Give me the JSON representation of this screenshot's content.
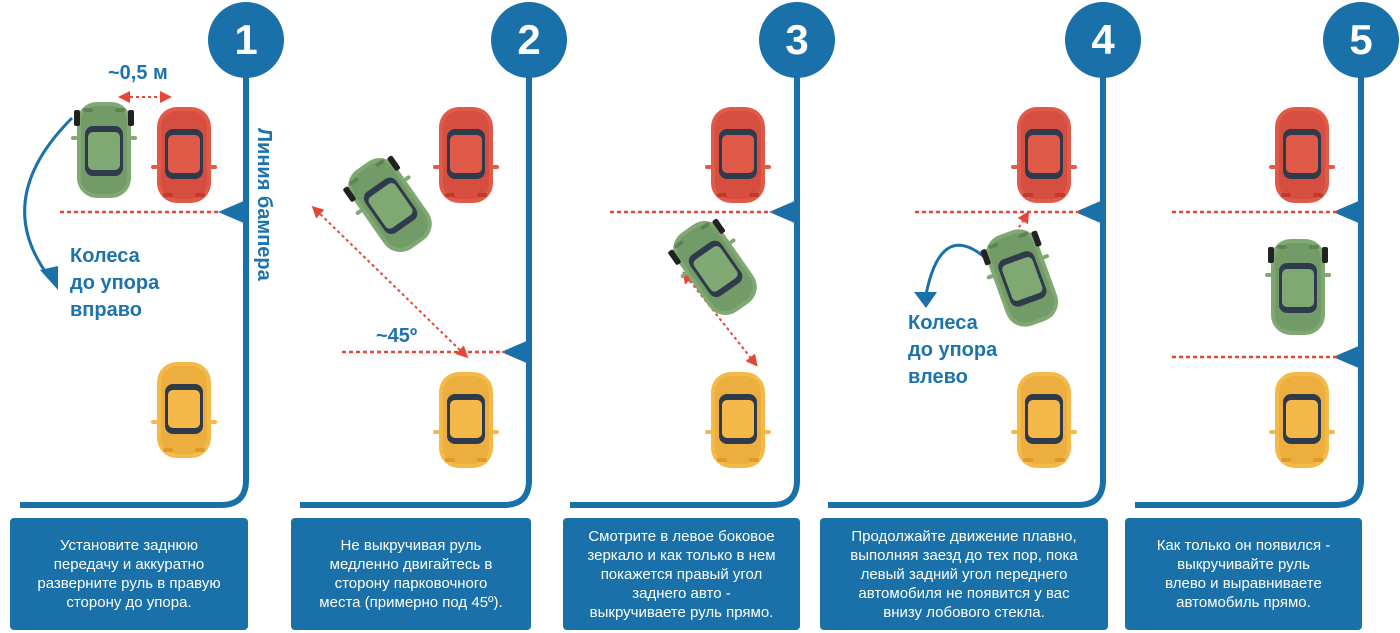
{
  "steps": [
    {
      "number": "1",
      "caption": "Установите заднюю\nпередачу и аккуратно\nразверните руль в правую\nсторону до упора."
    },
    {
      "number": "2",
      "caption": "Не выкручивая руль\nмедленно двигайтесь в\nсторону парковочного\nместа (примерно под 45º)."
    },
    {
      "number": "3",
      "caption": "Смотрите в левое боковое\nзеркало и как только в нем\nпокажется правый угол\nзаднего авто -\nвыкручиваете руль прямо."
    },
    {
      "number": "4",
      "caption": "Продолжайте движение плавно,\nвыполняя заезд до тех пор, пока\nлевый задний угол переднего\nавтомобиля не появится у вас\nвнизу лобового стекла."
    },
    {
      "number": "5",
      "caption": "Как только он появился -\nвыкручивайте руль\nвлево и выравниваете\nавтомобиль прямо."
    }
  ],
  "labels": {
    "gap": "~0,5 м",
    "wheels_right": "Колеса\nдо упора\nвправо",
    "bumper_line": "Линия бампера",
    "angle": "~45º",
    "wheels_left": "Колеса\nдо упора\nвлево"
  },
  "colors": {
    "accent": "#1a70a8",
    "green_car": "#7fa873",
    "red_car": "#e05a4a",
    "yellow_car": "#f5b94a",
    "dashed_line": "#e4473a"
  }
}
